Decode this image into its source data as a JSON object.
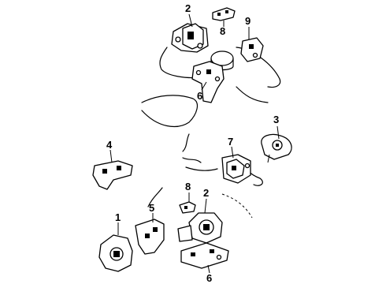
{
  "callouts": [
    {
      "id": "c-2-top",
      "label": "2"
    },
    {
      "id": "c-8-top",
      "label": "8"
    },
    {
      "id": "c-9",
      "label": "9"
    },
    {
      "id": "c-6-top",
      "label": "6"
    },
    {
      "id": "c-3",
      "label": "3"
    },
    {
      "id": "c-4",
      "label": "4"
    },
    {
      "id": "c-7",
      "label": "7"
    },
    {
      "id": "c-8-bottom",
      "label": "8"
    },
    {
      "id": "c-2-bottom",
      "label": "2"
    },
    {
      "id": "c-5",
      "label": "5"
    },
    {
      "id": "c-1",
      "label": "1"
    },
    {
      "id": "c-6-bottom",
      "label": "6"
    }
  ]
}
